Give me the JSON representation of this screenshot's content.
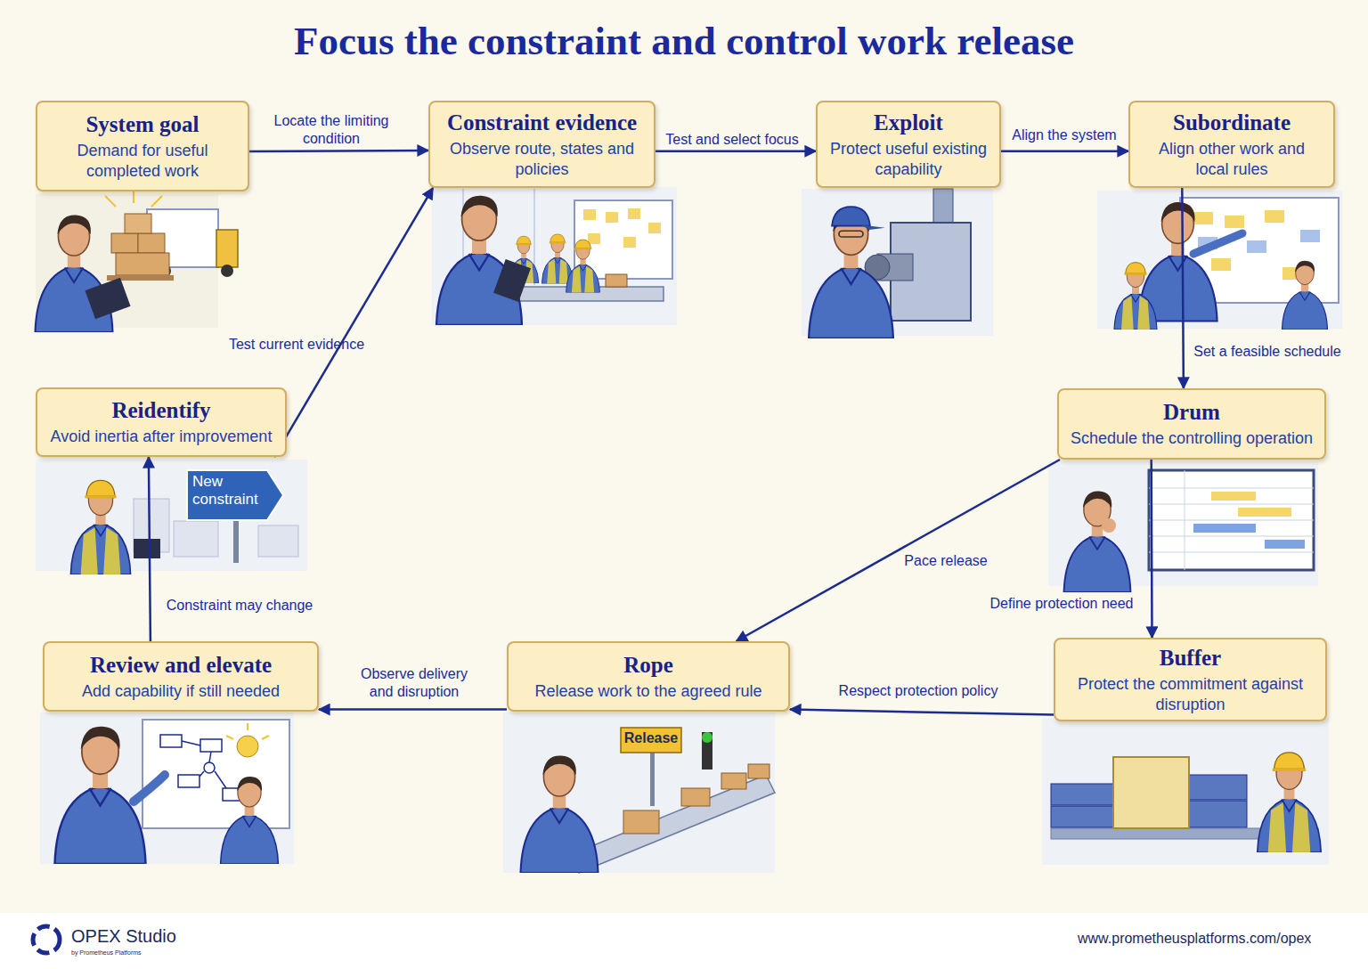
{
  "diagram": {
    "title": "Focus the constraint and control work release",
    "nodes": [
      {
        "text": [
          "System goal",
          "Demand for useful completed work"
        ]
      },
      {
        "text": [
          "Constraint evidence",
          "Observe route, states and policies"
        ]
      },
      {
        "text": [
          "Exploit",
          "Protect useful existing capability"
        ]
      },
      {
        "text": [
          "Subordinate",
          "Align other work and local rules"
        ]
      },
      {
        "text": [
          "Reidentify",
          "Avoid inertia after improvement"
        ]
      },
      {
        "text": [
          "Drum",
          "Schedule the controlling operation"
        ]
      },
      {
        "text": [
          "Review and elevate",
          "Add capability if still needed"
        ]
      },
      {
        "text": [
          "Rope",
          "Release work to the agreed rule"
        ]
      },
      {
        "text": [
          "Buffer",
          "Protect the commitment against disruption"
        ]
      }
    ],
    "edges": [
      {
        "from": 0,
        "to": 1,
        "label": "Locate the limiting condition",
        "arrow": "to"
      },
      {
        "from": 1,
        "to": 2,
        "label": "Test and select focus",
        "arrow": "to"
      },
      {
        "from": 2,
        "to": 3,
        "label": "Align the system",
        "arrow": "to"
      },
      {
        "from": 3,
        "to": 5,
        "label": "Set a feasible schedule",
        "arrow": "to"
      },
      {
        "from": 5,
        "to": 7,
        "label": "Pace release",
        "arrow": "to"
      },
      {
        "from": 5,
        "to": 8,
        "label": "Define protection need",
        "arrow": "to"
      },
      {
        "from": 8,
        "to": 7,
        "label": "Respect protection policy",
        "arrow": "to"
      },
      {
        "from": 7,
        "to": 6,
        "label": "Observe delivery and disruption",
        "arrow": "to"
      },
      {
        "from": 6,
        "to": 4,
        "label": "Constraint may change",
        "arrow": "to"
      },
      {
        "from": 4,
        "to": 1,
        "label": "Test current evidence",
        "arrow": "to"
      }
    ],
    "labels": [
      "New constraint",
      "Release",
      "OPEX Studio",
      "by Prometheus Platforms",
      "www.prometheusplatforms.com/opex"
    ]
  }
}
